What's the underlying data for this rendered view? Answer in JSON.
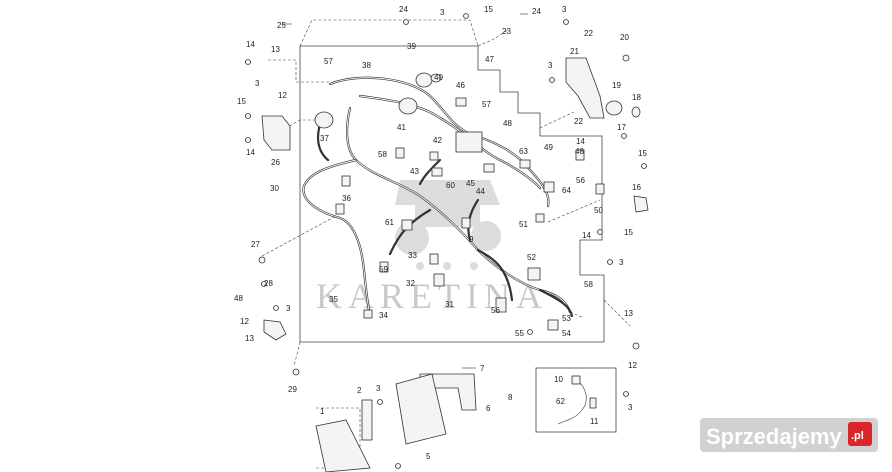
{
  "watermark": {
    "text": "KARETINA"
  },
  "site_badge": {
    "text": "Sprzedajemy",
    "suffix": ".pl"
  },
  "callouts": [
    "25",
    "24",
    "3",
    "15",
    "24",
    "3",
    "23",
    "22",
    "20",
    "14",
    "13",
    "3",
    "12",
    "38",
    "39",
    "40",
    "57",
    "47",
    "3",
    "21",
    "19",
    "18",
    "15",
    "26",
    "14",
    "37",
    "41",
    "46",
    "57",
    "48",
    "22",
    "17",
    "15",
    "14",
    "58",
    "42",
    "63",
    "49",
    "48",
    "56",
    "64",
    "43",
    "60",
    "45",
    "44",
    "30",
    "36",
    "16",
    "50",
    "61",
    "51",
    "9",
    "27",
    "14",
    "15",
    "52",
    "33",
    "59",
    "3",
    "28",
    "32",
    "48",
    "3",
    "31",
    "58",
    "12",
    "35",
    "34",
    "56",
    "53",
    "13",
    "54",
    "55",
    "13",
    "12",
    "29",
    "7",
    "8",
    "10",
    "2",
    "3",
    "62",
    "6",
    "11",
    "3",
    "1",
    "5"
  ]
}
